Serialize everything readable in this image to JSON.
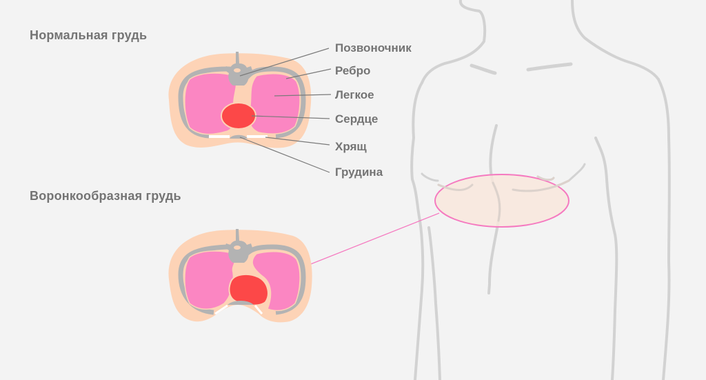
{
  "headings": {
    "normal": "Нормальная грудь",
    "funnel": "Воронкообразная грудь"
  },
  "labels": [
    {
      "id": "spine",
      "text": "Позвоночник"
    },
    {
      "id": "rib",
      "text": "Ребро"
    },
    {
      "id": "lung",
      "text": "Легкое"
    },
    {
      "id": "heart",
      "text": "Сердце"
    },
    {
      "id": "cartilage",
      "text": "Хрящ"
    },
    {
      "id": "sternum",
      "text": "Грудина"
    }
  ],
  "colors": {
    "background": "#f3f3f3",
    "tissue": "#fdd3b6",
    "bone": "#b3b3b3",
    "lung": "#fb86c2",
    "heart": "#fc4848",
    "cartilage": "#ffffff",
    "leader": "#7a7a7a",
    "highlight_stroke": "#f57ac0",
    "highlight_fill": "#f8e6dc",
    "body_outline": "#d2d2d2",
    "text": "#747474"
  }
}
